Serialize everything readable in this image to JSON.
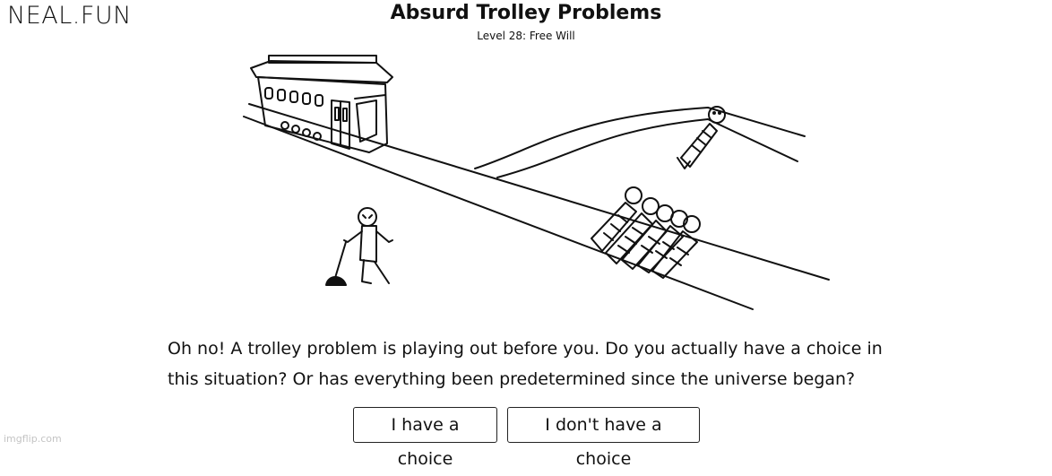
{
  "site": {
    "logo": "NEAL.FUN"
  },
  "header": {
    "title": "Absurd Trolley Problems",
    "level": "Level 28: Free Will"
  },
  "prompt": {
    "text": "Oh no! A trolley problem is playing out before you. Do you actually have a choice in this situation? Or has everything been predetermined since the universe began?"
  },
  "choices": {
    "option_a": "I have a choice",
    "option_b": "I don't have a choice"
  },
  "watermark": "imgflip.com"
}
